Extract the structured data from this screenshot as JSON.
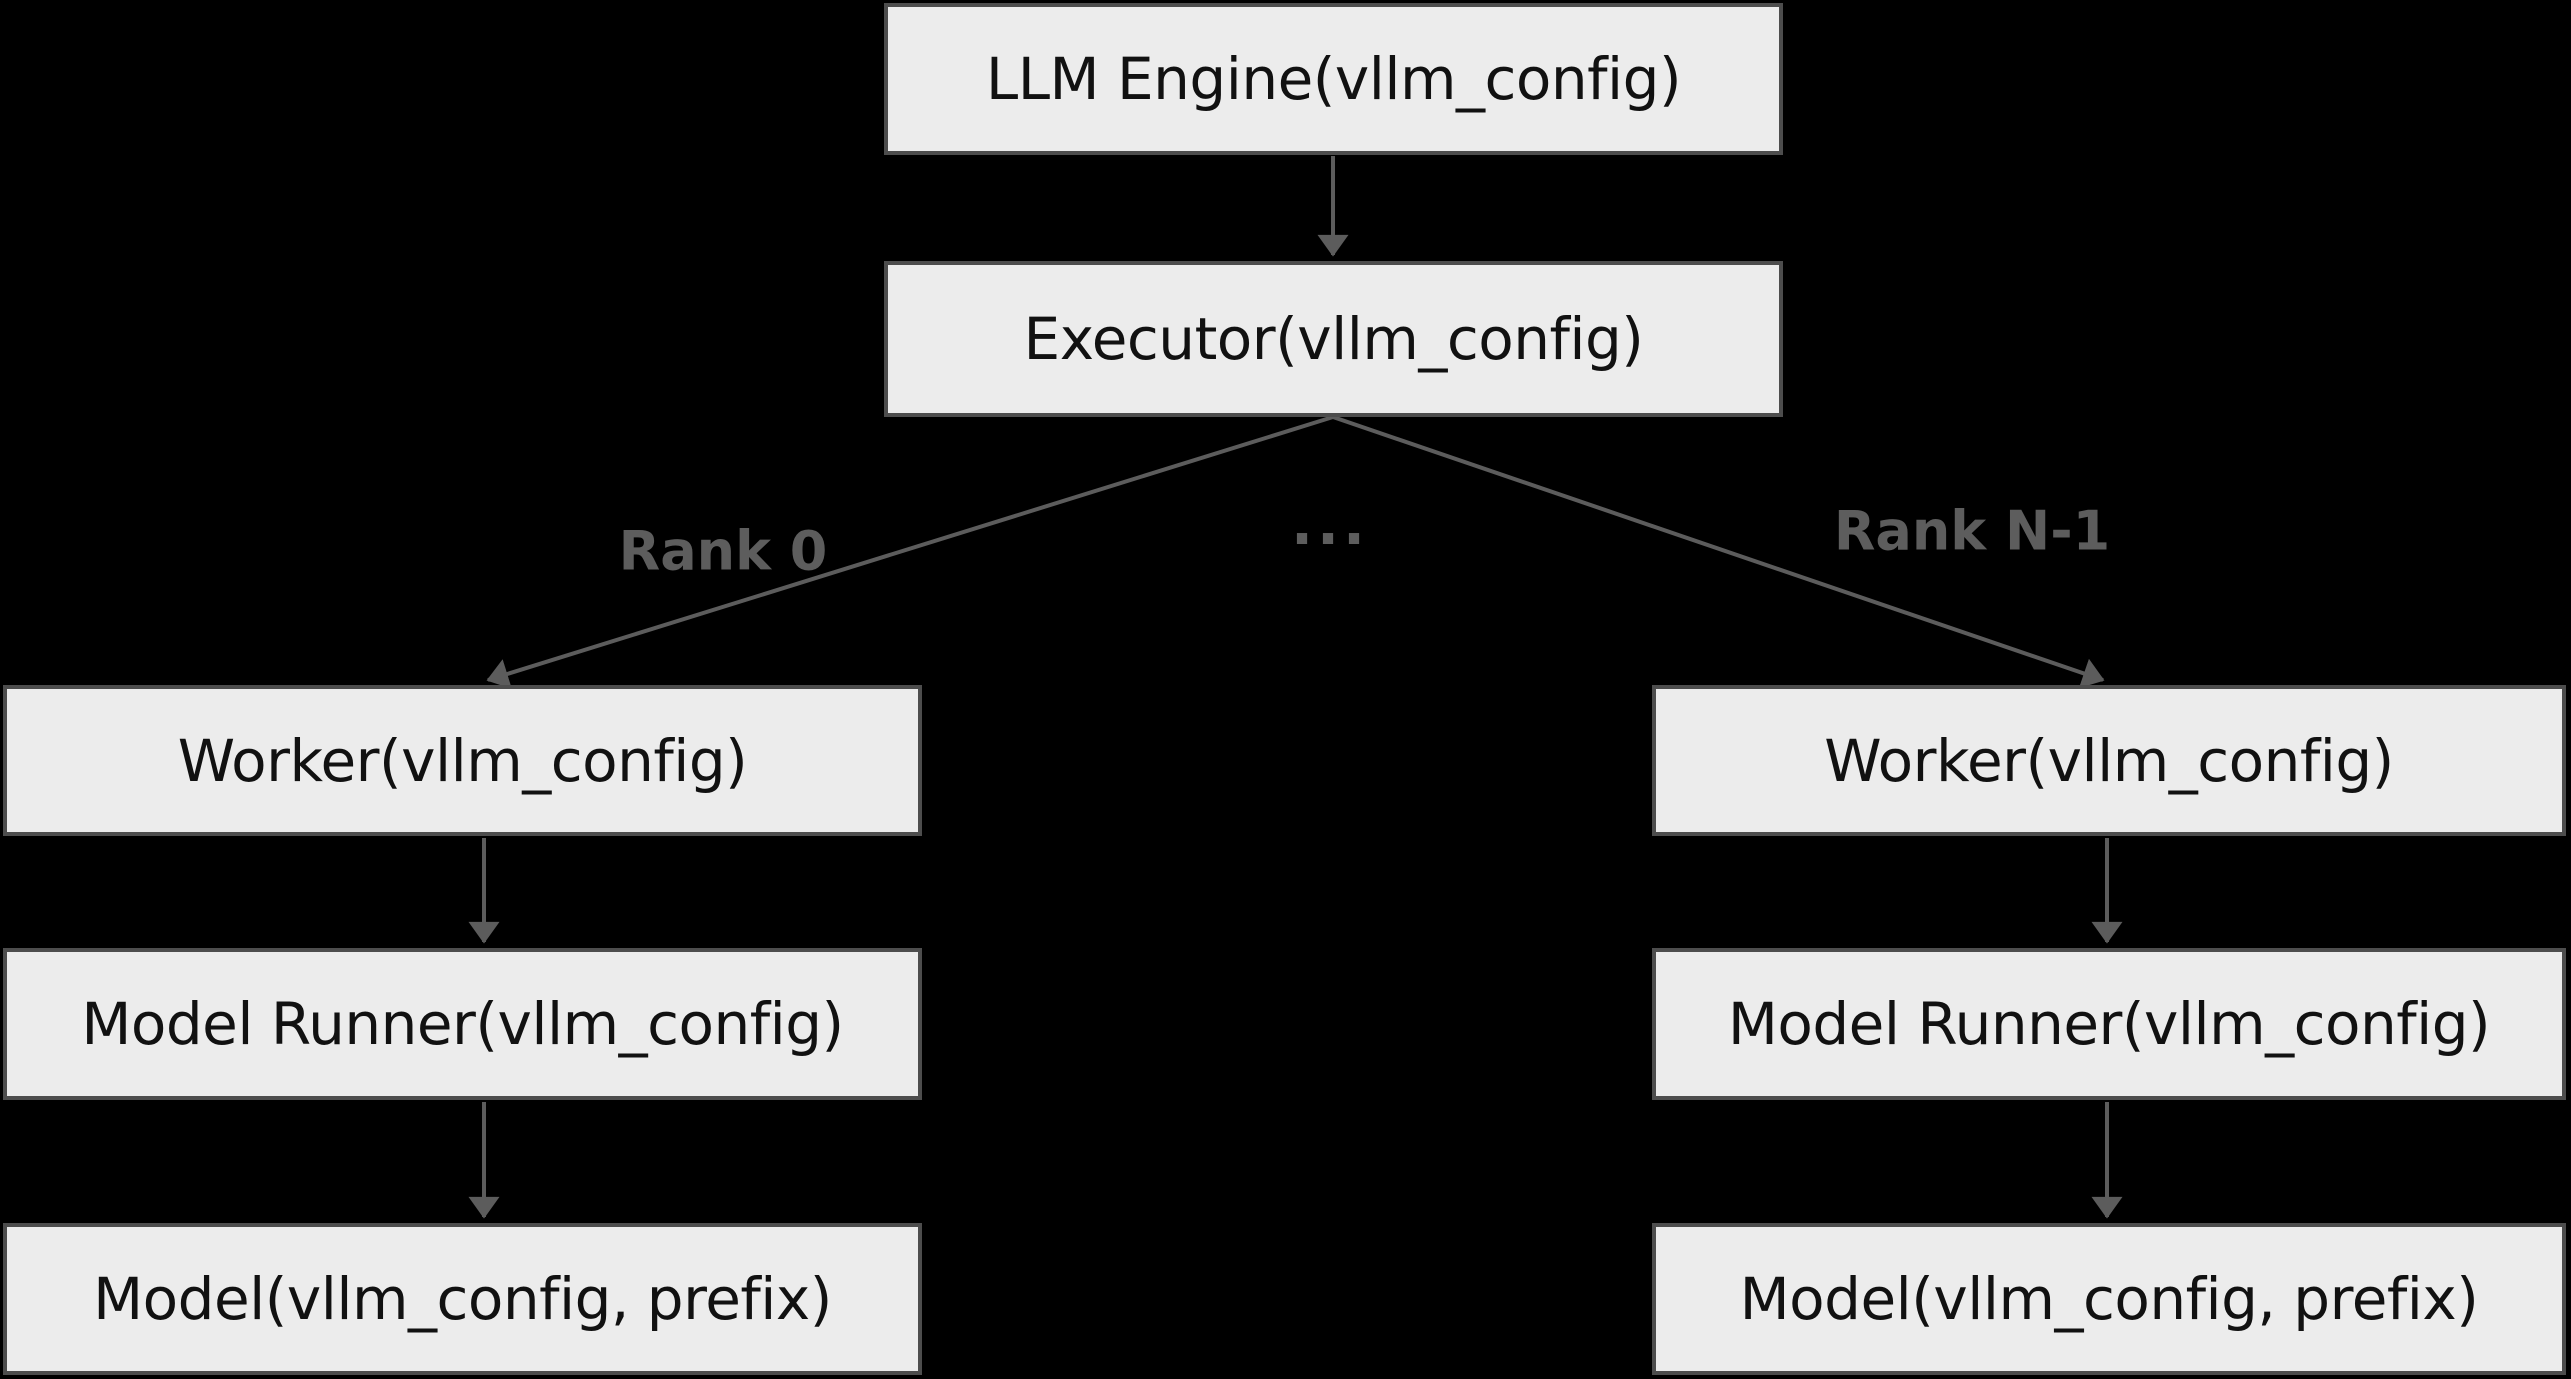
{
  "colors": {
    "background": "#000000",
    "node_fill": "#ececec",
    "node_border": "#4d4d4d",
    "node_text": "#111111",
    "edge": "#5c5c5c",
    "edge_label": "#5d5d5d"
  },
  "nodes": {
    "llm_engine": {
      "label": "LLM Engine(vllm_config)"
    },
    "executor": {
      "label": "Executor(vllm_config)"
    },
    "worker_left": {
      "label": "Worker(vllm_config)"
    },
    "worker_right": {
      "label": "Worker(vllm_config)"
    },
    "model_runner_left": {
      "label": "Model Runner(vllm_config)"
    },
    "model_runner_right": {
      "label": "Model Runner(vllm_config)"
    },
    "model_left": {
      "label": "Model(vllm_config, prefix)"
    },
    "model_right": {
      "label": "Model(vllm_config, prefix)"
    }
  },
  "edge_labels": {
    "rank_0": "Rank 0",
    "ellipsis": "...",
    "rank_n_1": "Rank N-1"
  }
}
